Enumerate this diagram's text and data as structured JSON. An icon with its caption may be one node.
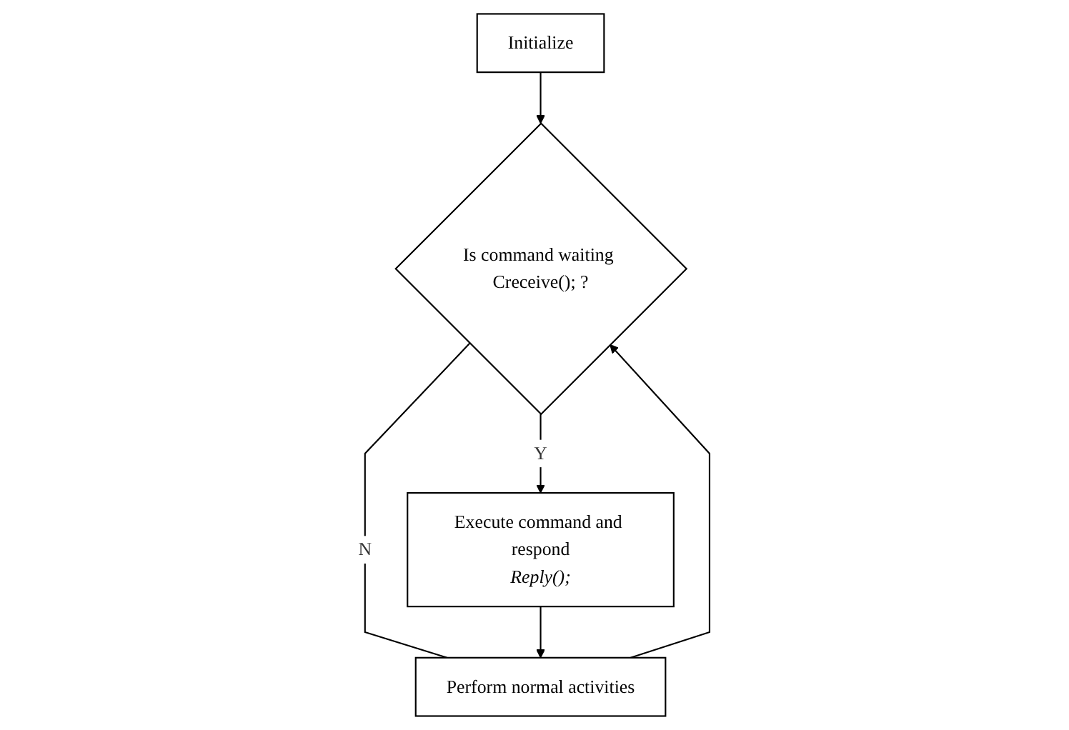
{
  "diagram": {
    "nodes": [
      {
        "text": [
          "Initialize"
        ]
      },
      {
        "text": [
          "Is command waiting Creceive(); ?"
        ]
      },
      {
        "text": [
          "Execute command and respond",
          "Reply();"
        ]
      },
      {
        "text": [
          "Perform normal activities"
        ]
      }
    ],
    "edges": [
      {
        "from": 0,
        "to": 1,
        "arrow": "to"
      },
      {
        "from": 1,
        "to": 2,
        "arrow": "to",
        "label": "Y"
      },
      {
        "from": 1,
        "to": 3,
        "arrow": "none",
        "label": "N"
      },
      {
        "from": 2,
        "to": 3,
        "arrow": "to"
      },
      {
        "from": 3,
        "to": 1,
        "arrow": "to"
      }
    ]
  }
}
